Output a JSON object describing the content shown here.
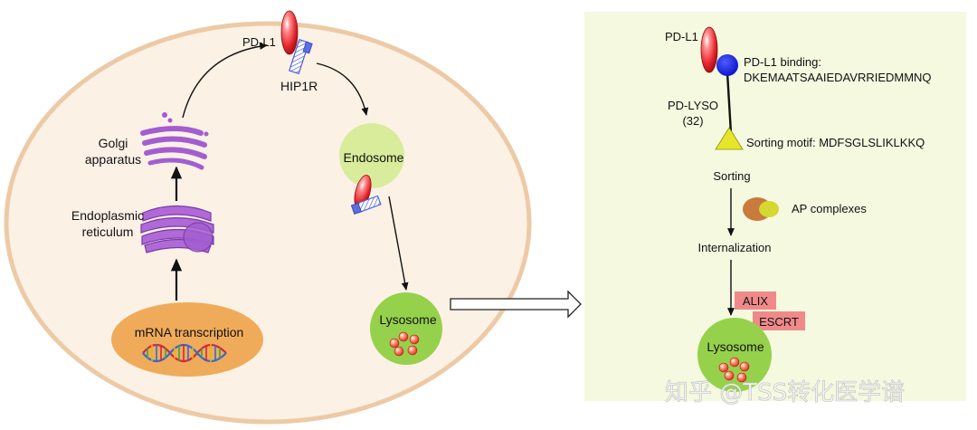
{
  "cell": {
    "golgi_label": [
      "Golgi",
      "apparatus"
    ],
    "er_label": [
      "Endoplasmic",
      "reticulum"
    ],
    "mrna_label": "mRNA transcription",
    "pdl1_label": "PD-L1",
    "hip1r_label": "HIP1R",
    "endosome_label": "Endosome",
    "lysosome_label": "Lysosome"
  },
  "panel": {
    "pdl1_label": "PD-L1",
    "binding_label": [
      "PD-L1 binding:",
      "DKEMAATSAAIEDAVRRIEDMMNQ"
    ],
    "pdlyso_label": [
      "PD-LYSO",
      "(32)"
    ],
    "sorting_motif_label": "Sorting motif: MDFSGLSLIKLKKQ",
    "sorting_label": "Sorting",
    "ap_label": "AP complexes",
    "internalization_label": "Internalization",
    "alix_label": "ALIX",
    "escrt_label": "ESCRT",
    "lysosome_label": "Lysosome"
  },
  "watermark": "知乎 @TSS转化医学谱",
  "colors": {
    "cell_fill": "#fcf1e5",
    "cell_border": "#edcaa6",
    "panel_fill": "#f4f9df",
    "organelle_purple": "#a25ed0",
    "endosome_green": "#d8ec9b",
    "lysosome_green": "#96d14c",
    "mrna_orange": "#f0ab5a",
    "pdl1_red": "#e6242d",
    "hip1r_blue": "#4b5fd6",
    "binding_blue": "#1020e8",
    "motif_yellow": "#e5e52a",
    "ap_orange": "#c97a3d",
    "ap_yellow": "#d4d830",
    "alix_pink": "#f08a8a"
  },
  "icons": [
    "pd-l1-protein-icon",
    "hip1r-icon",
    "golgi-icon",
    "er-icon",
    "dna-helix-icon",
    "endosome-icon",
    "lysosome-icon",
    "ap-complex-icon"
  ]
}
